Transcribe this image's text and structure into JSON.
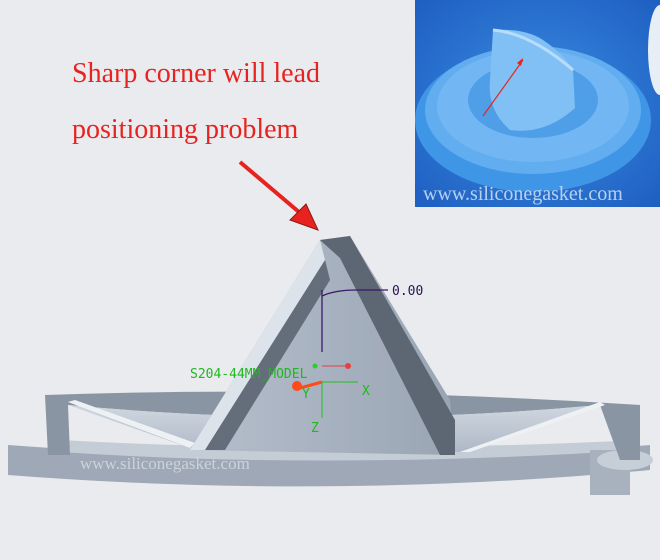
{
  "callout": {
    "line1": "Sharp corner will lead",
    "line2": "positioning problem",
    "color": "#e8231f"
  },
  "photo": {
    "watermark": "www.siliconegasket.com",
    "color": "#4aa3ea"
  },
  "cad": {
    "model_name": "S204-44MM_MODEL",
    "dimension": "0.00",
    "axis_x": "X",
    "axis_y": "Y",
    "axis_z": "Z",
    "watermark": "www.siliconegasket.com",
    "model_color": "#aab4c2"
  }
}
